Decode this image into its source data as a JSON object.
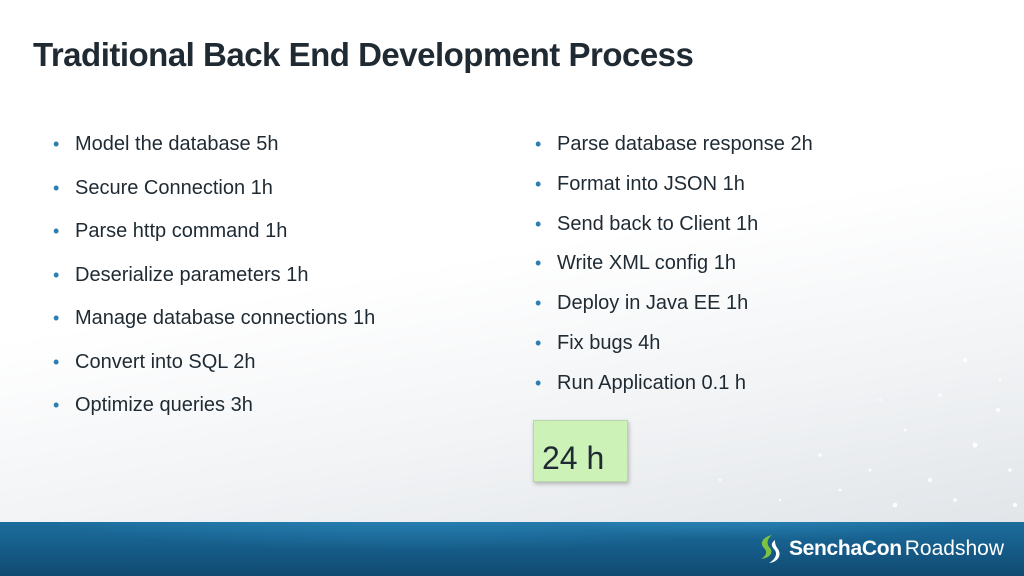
{
  "slide": {
    "title": "Traditional Back End Development Process",
    "left_items": [
      "Model the database 5h",
      "Secure Connection 1h",
      "Parse http command 1h",
      "Deserialize parameters 1h",
      "Manage database connections 1h",
      "Convert into SQL 2h",
      "Optimize queries 3h"
    ],
    "right_items": [
      "Parse database response 2h",
      "Format into JSON 1h",
      "Send back to Client 1h",
      "Write XML config 1h",
      "Deploy in Java EE 1h",
      "Fix bugs 4h",
      "Run Application 0.1 h"
    ],
    "total": "24 h",
    "bullet_glyph": "•"
  },
  "footer": {
    "brand_name": "SenchaCon",
    "brand_sub": "Roadshow",
    "logo_icon": "sencha-logo-icon"
  },
  "colors": {
    "title": "#1f2a33",
    "bullet": "#2a7fb0",
    "total_box": "#ccf2b7",
    "footer": "#155a86",
    "logo_green": "#7dc242"
  }
}
